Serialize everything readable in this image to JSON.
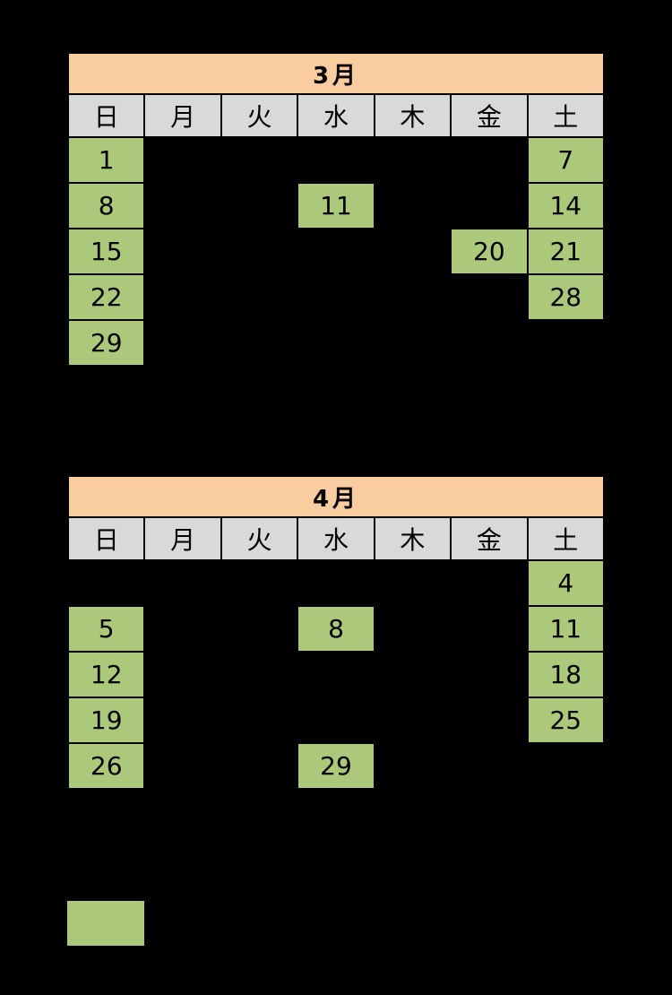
{
  "page": {
    "background": "#000000"
  },
  "colors": {
    "title_bg": "#facda0",
    "header_bg": "#d9d9d9",
    "date_bg": "#abc87b",
    "text": "#000000",
    "border": "#000000"
  },
  "calendars": [
    {
      "title": "3月",
      "weekdays": [
        "日",
        "月",
        "火",
        "水",
        "木",
        "金",
        "土"
      ],
      "rows": [
        [
          "1",
          "",
          "",
          "",
          "",
          "",
          "7"
        ],
        [
          "8",
          "",
          "",
          "11",
          "",
          "",
          "14"
        ],
        [
          "15",
          "",
          "",
          "",
          "",
          "20",
          "21"
        ],
        [
          "22",
          "",
          "",
          "",
          "",
          "",
          "28"
        ],
        [
          "29",
          "",
          "",
          "",
          "",
          "",
          ""
        ]
      ]
    },
    {
      "title": "4月",
      "weekdays": [
        "日",
        "月",
        "火",
        "水",
        "木",
        "金",
        "土"
      ],
      "rows": [
        [
          "",
          "",
          "",
          "",
          "",
          "",
          "4"
        ],
        [
          "5",
          "",
          "",
          "8",
          "",
          "",
          "11"
        ],
        [
          "12",
          "",
          "",
          "",
          "",
          "",
          "18"
        ],
        [
          "19",
          "",
          "",
          "",
          "",
          "",
          "25"
        ],
        [
          "26",
          "",
          "",
          "29",
          "",
          "",
          ""
        ]
      ]
    }
  ],
  "legend": {
    "swatch_color": "#abc87b",
    "label": ""
  }
}
